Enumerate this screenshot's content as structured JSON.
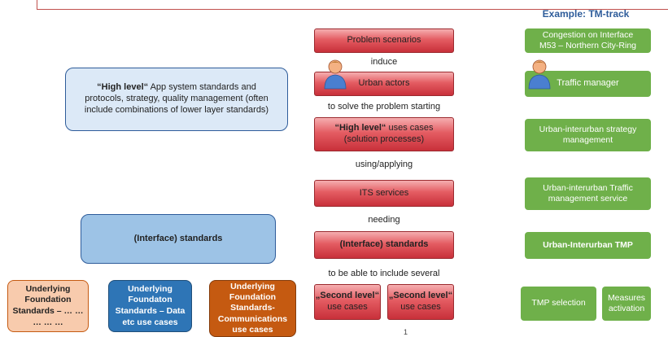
{
  "example_title": "Example: TM-track",
  "center": {
    "problem_scenarios": "Problem scenarios",
    "induce": "induce",
    "urban_actors": "Urban actors",
    "to_solve": "to solve the problem starting",
    "high_level_bold": "“High level“",
    "high_level_rest": " uses cases",
    "solution_processes": "(solution processes)",
    "using_applying": "using/applying",
    "its_services": "ITS services",
    "needing": "needing",
    "interface_standards": "(Interface) standards",
    "to_be_able": "to be able to include several",
    "second_level_bold": "„Second level“",
    "second_level_rest": "use cases"
  },
  "example": {
    "congestion_line1": "Congestion on Interface",
    "congestion_line2": "M53 – Northern City-Ring",
    "traffic_manager": "Traffic manager",
    "strategy_line1": "Urban-interurban strategy",
    "strategy_line2": "management",
    "tms_line1": "Urban-interurban Traffic",
    "tms_line2": "management service",
    "tmp": "Urban-Interurban TMP",
    "tmp_selection": "TMP selection",
    "measures_line1": "Measures",
    "measures_line2": "activation"
  },
  "left": {
    "app_bold": "“High level“",
    "app_rest": " App system standards and protocols, strategy, quality management (often include combinations of lower layer standards)",
    "interface_standards": "(Interface) standards",
    "found1": [
      "Underlying",
      "Foundation",
      "Standards – … …",
      "… … …"
    ],
    "found2": [
      "Underlying",
      "Foundaton",
      "Standards – Data",
      "etc use cases"
    ],
    "found3": [
      "Underlying",
      "Foundation",
      "Standards-",
      "Communications",
      "use cases"
    ]
  },
  "page_number": "1",
  "colors": {
    "red_accent": "#c0504d",
    "green": "#6fb04a",
    "light_blue": "#dce9f7",
    "mid_blue": "#9dc3e6",
    "dark_blue": "#2e75b6",
    "peach": "#f8cbad",
    "orange": "#c55a11",
    "title_blue": "#2e5c9a"
  }
}
